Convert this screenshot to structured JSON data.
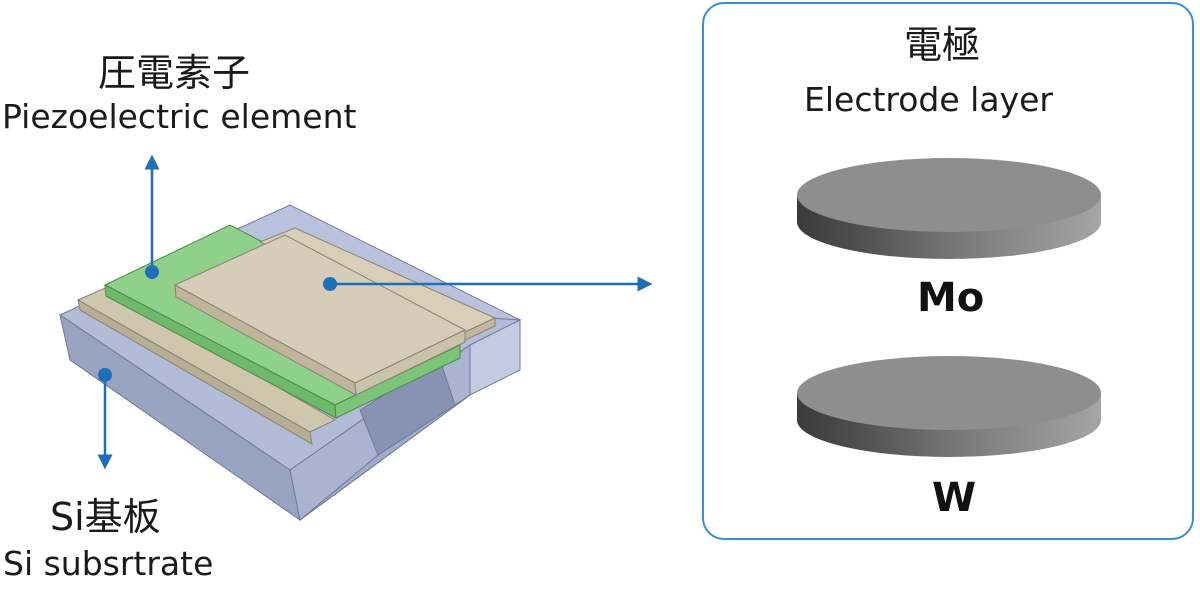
{
  "piezo": {
    "jp": "圧電素子",
    "en": "Piezoelectric element"
  },
  "substrate": {
    "jp": "Si基板",
    "en": "Si subsrtrate"
  },
  "electrode": {
    "jp": "電極",
    "en": "Electrode layer"
  },
  "materials": [
    "Mo",
    "W"
  ],
  "colors": {
    "accent": "#1f6fb8",
    "panel_border": "#3a8fd0",
    "silicon": "#a8b3cf",
    "piezo": "#8fd08a",
    "electrode": "#d6cdb8"
  }
}
